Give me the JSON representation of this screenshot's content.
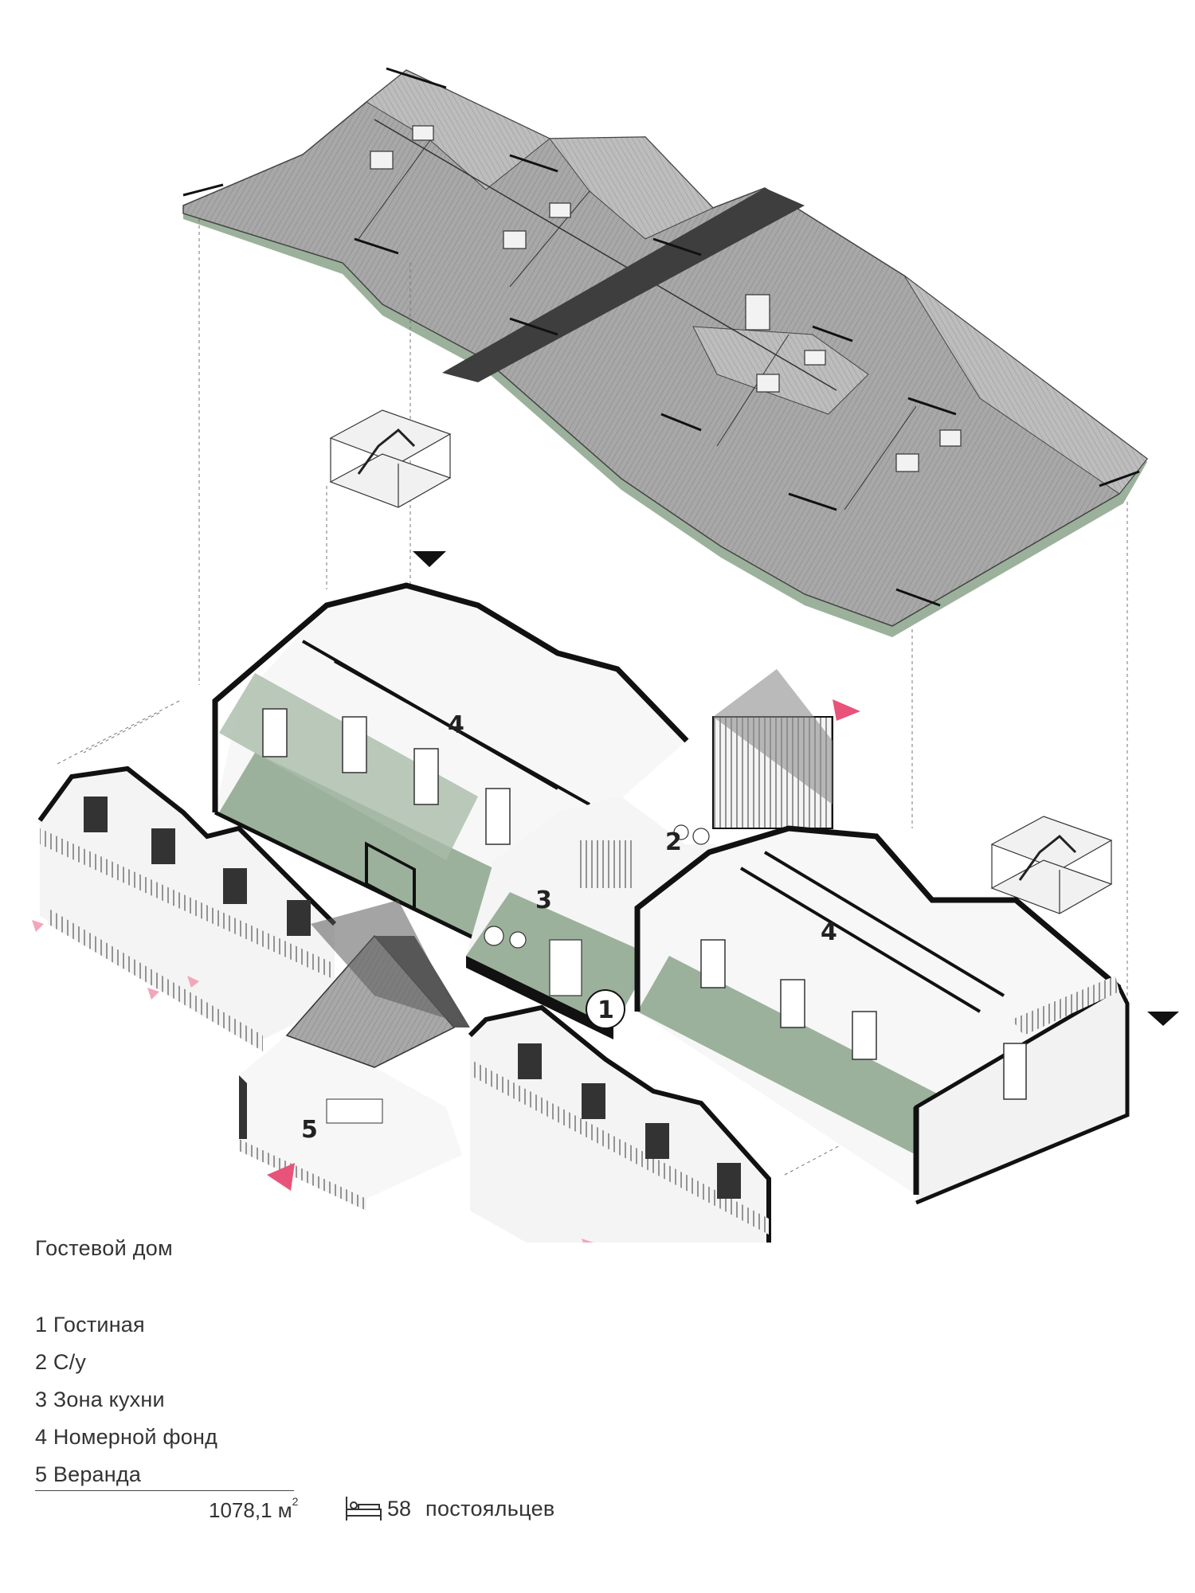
{
  "title": "Гостевой дом",
  "legend": [
    {
      "num": "1",
      "label": "1 Гостиная"
    },
    {
      "num": "2",
      "label": "2 С/у"
    },
    {
      "num": "3",
      "label": "3 Зона кухни"
    },
    {
      "num": "4",
      "label": "4 Номерной фонд"
    },
    {
      "num": "5",
      "label": "5 Веранда"
    }
  ],
  "area": {
    "value": "1078,1 м",
    "unit_sup": "2"
  },
  "residents": {
    "count": "58",
    "label": "постояльцев",
    "icon": "bed-icon"
  },
  "markers": {
    "n1": "1",
    "n2": "2",
    "n3": "3",
    "n4": "4",
    "n5": "5"
  },
  "colors": {
    "roof": "#9a9a9a",
    "roof_dark": "#6f6f6f",
    "floor_green": "#98ad98",
    "accent_pink": "#e8537a",
    "wall": "#111111"
  }
}
